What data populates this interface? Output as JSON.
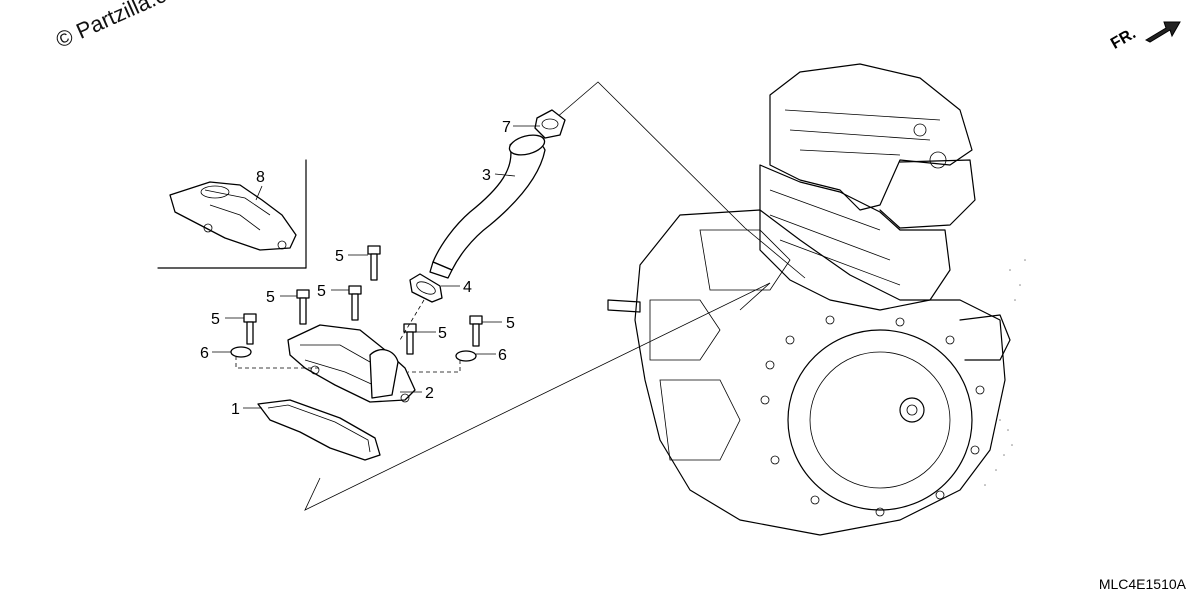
{
  "watermark": "© Partzilla.com",
  "diagram_code": "MLC4E1510A",
  "front_indicator": "FR.",
  "callouts": {
    "c1": "1",
    "c2": "2",
    "c3": "3",
    "c4": "4",
    "c5a": "5",
    "c5b": "5",
    "c5c": "5",
    "c5d": "5",
    "c5e": "5",
    "c5f": "5",
    "c6a": "6",
    "c6b": "6",
    "c7": "7",
    "c8": "8"
  }
}
